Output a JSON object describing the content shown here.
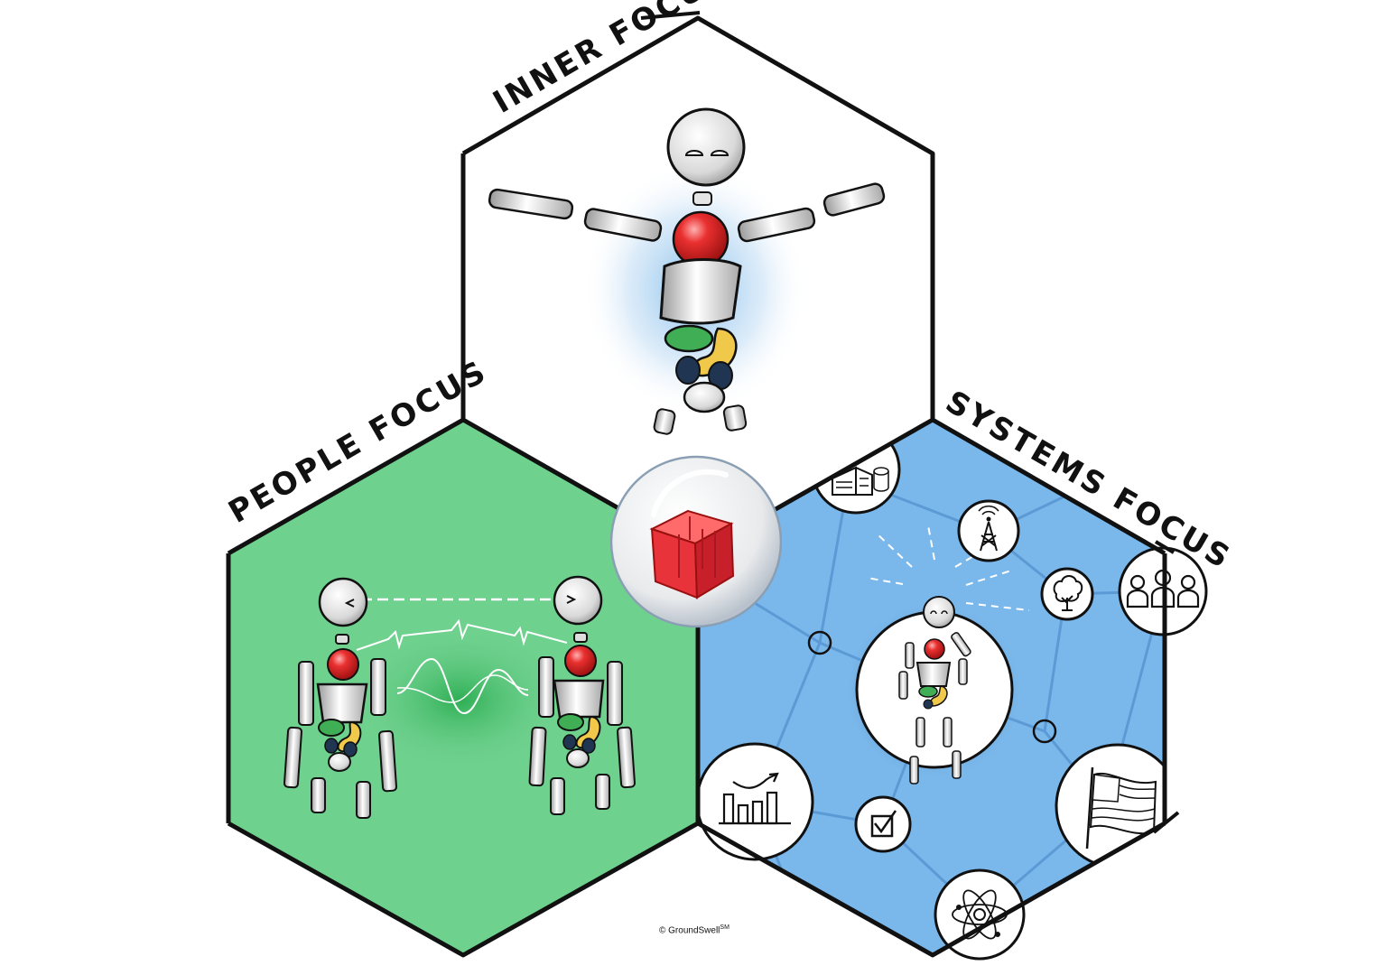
{
  "labels": {
    "inner": "INNER FOCUS",
    "people": "PEOPLE FOCUS",
    "systems": "SYSTEMS FOCUS"
  },
  "footer": {
    "copyright": "© GroundSwell",
    "mark": "SM"
  },
  "colors": {
    "inner_fill": "#ffffff",
    "people_fill": "#6fd18e",
    "systems_fill": "#7ab8ec",
    "outline": "#111111",
    "head": "#e9e9e9",
    "heart": "#e52b2b",
    "green_organ": "#3fae55",
    "yellow_organ": "#f1c94a",
    "navy_organ": "#1f3552",
    "cube": "#e8333a"
  },
  "icons": [
    "buildings-icon",
    "radio-tower-icon",
    "tree-icon",
    "group-people-icon",
    "growth-chart-icon",
    "checkbox-icon",
    "american-flag-icon",
    "atom-icon"
  ]
}
